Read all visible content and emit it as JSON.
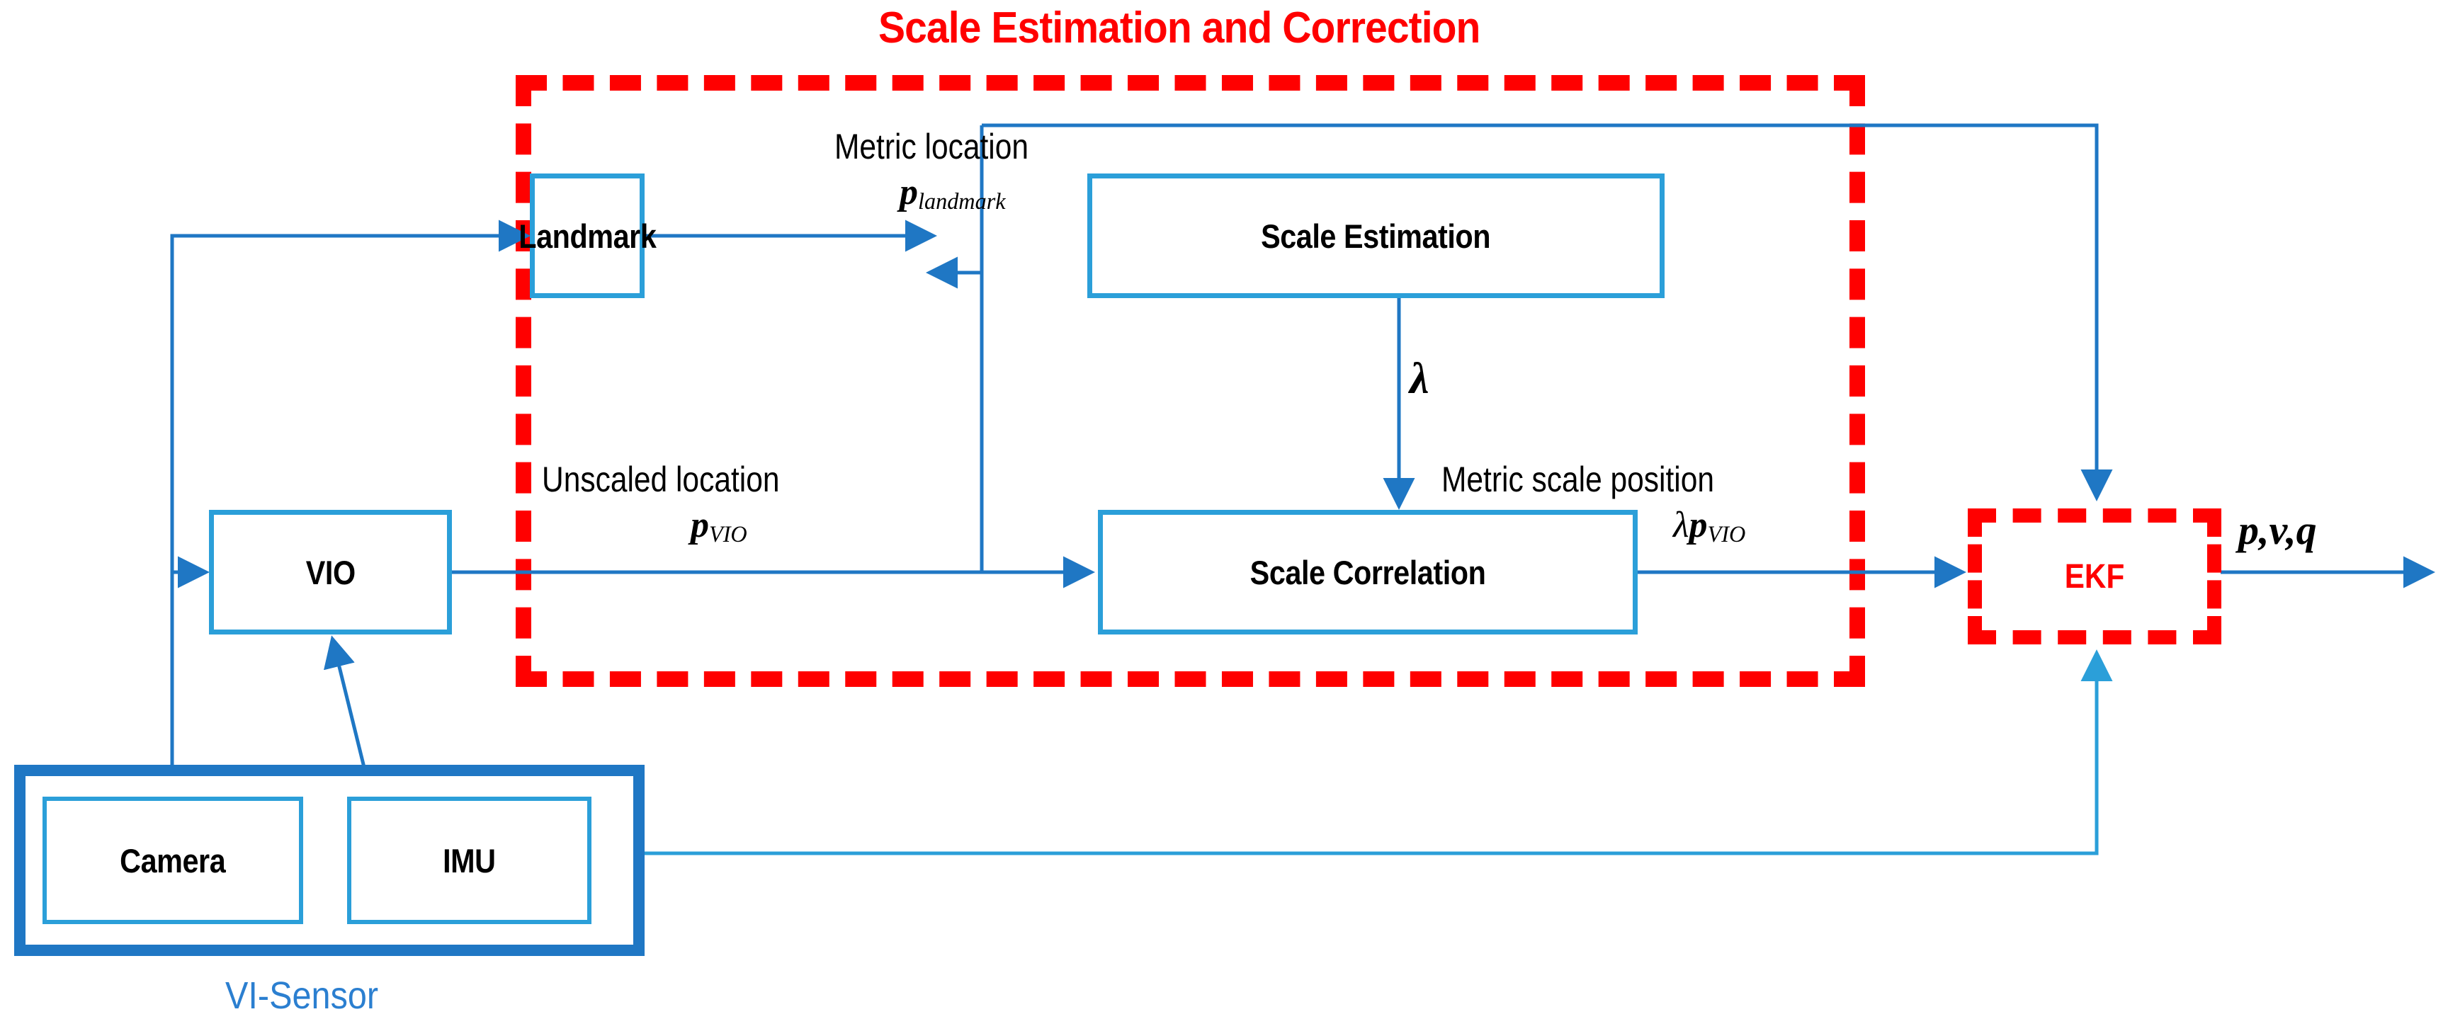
{
  "diagram": {
    "title": "Scale Estimation and Correction",
    "group_box_label": "Scale Estimation and Correction",
    "colors": {
      "node_border": "#2B9FD9",
      "group_dashed": "#FF0000",
      "ekf_red": "#FF0000",
      "arrow_blue": "#1F77C4",
      "sensor_border": "#1F77C4",
      "vi_sensor_text": "#2B7FD0",
      "text": "#000000",
      "background": "#FFFFFF"
    },
    "nodes": [
      {
        "id": "landmark",
        "label": "Landmark"
      },
      {
        "id": "scale_estimation",
        "label": "Scale Estimation"
      },
      {
        "id": "vio",
        "label": "VIO"
      },
      {
        "id": "scale_correlation",
        "label": "Scale Correlation"
      },
      {
        "id": "ekf",
        "label": "EKF"
      },
      {
        "id": "camera",
        "label": "Camera"
      },
      {
        "id": "imu",
        "label": "IMU"
      }
    ],
    "edge_labels": {
      "metric_location_text": "Metric location",
      "metric_location_symbol_p": "p",
      "metric_location_symbol_sub": "landmark",
      "unscaled_location_text": "Unscaled location",
      "unscaled_location_symbol_p": "p",
      "unscaled_location_symbol_sub": "VIO",
      "metric_scale_position_text": "Metric scale position",
      "metric_scale_position_symbol_lambda": "λ",
      "metric_scale_position_symbol_p": "p",
      "metric_scale_position_symbol_sub": "VIO",
      "lambda_symbol": "λ",
      "output_symbol": "p,v,q"
    },
    "sensor_group": {
      "label": "VI-Sensor"
    }
  }
}
